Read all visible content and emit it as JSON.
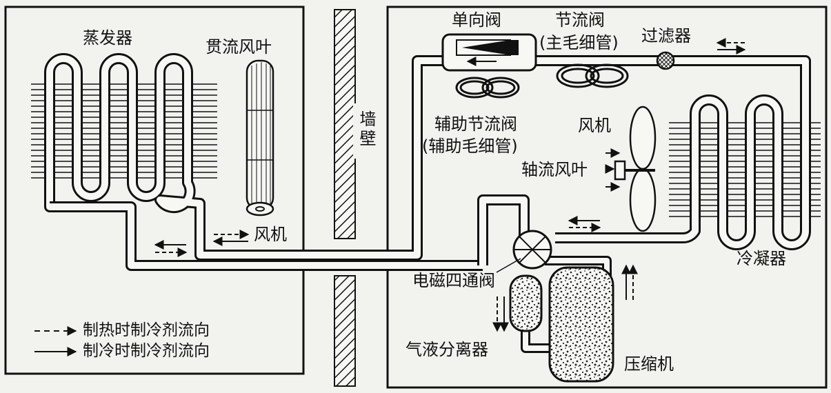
{
  "labels": {
    "evaporator": "蒸发器",
    "crossflow_fan": "贯流风叶",
    "fan_indoor": "风机",
    "wall": "墙壁",
    "check_valve": "单向阀",
    "throttle_valve": "节流阀",
    "main_capillary": "(主毛细管)",
    "filter": "过滤器",
    "aux_throttle_valve": "辅助节流阀",
    "aux_capillary": "(辅助毛细管)",
    "fan_outdoor": "风机",
    "axial_fan": "轴流风叶",
    "condenser": "冷凝器",
    "four_way_valve": "电磁四通阀",
    "gas_liquid_separator": "气液分离器",
    "compressor": "压缩机"
  },
  "legend": {
    "heating": "制热时制冷剂流向",
    "cooling": "制冷时制冷剂流向"
  },
  "colors": {
    "line": "#111111",
    "pipe_fill": "#f7f7f4",
    "background": "#f2f2ef",
    "hatch": "#111111",
    "dots": "#333333"
  }
}
